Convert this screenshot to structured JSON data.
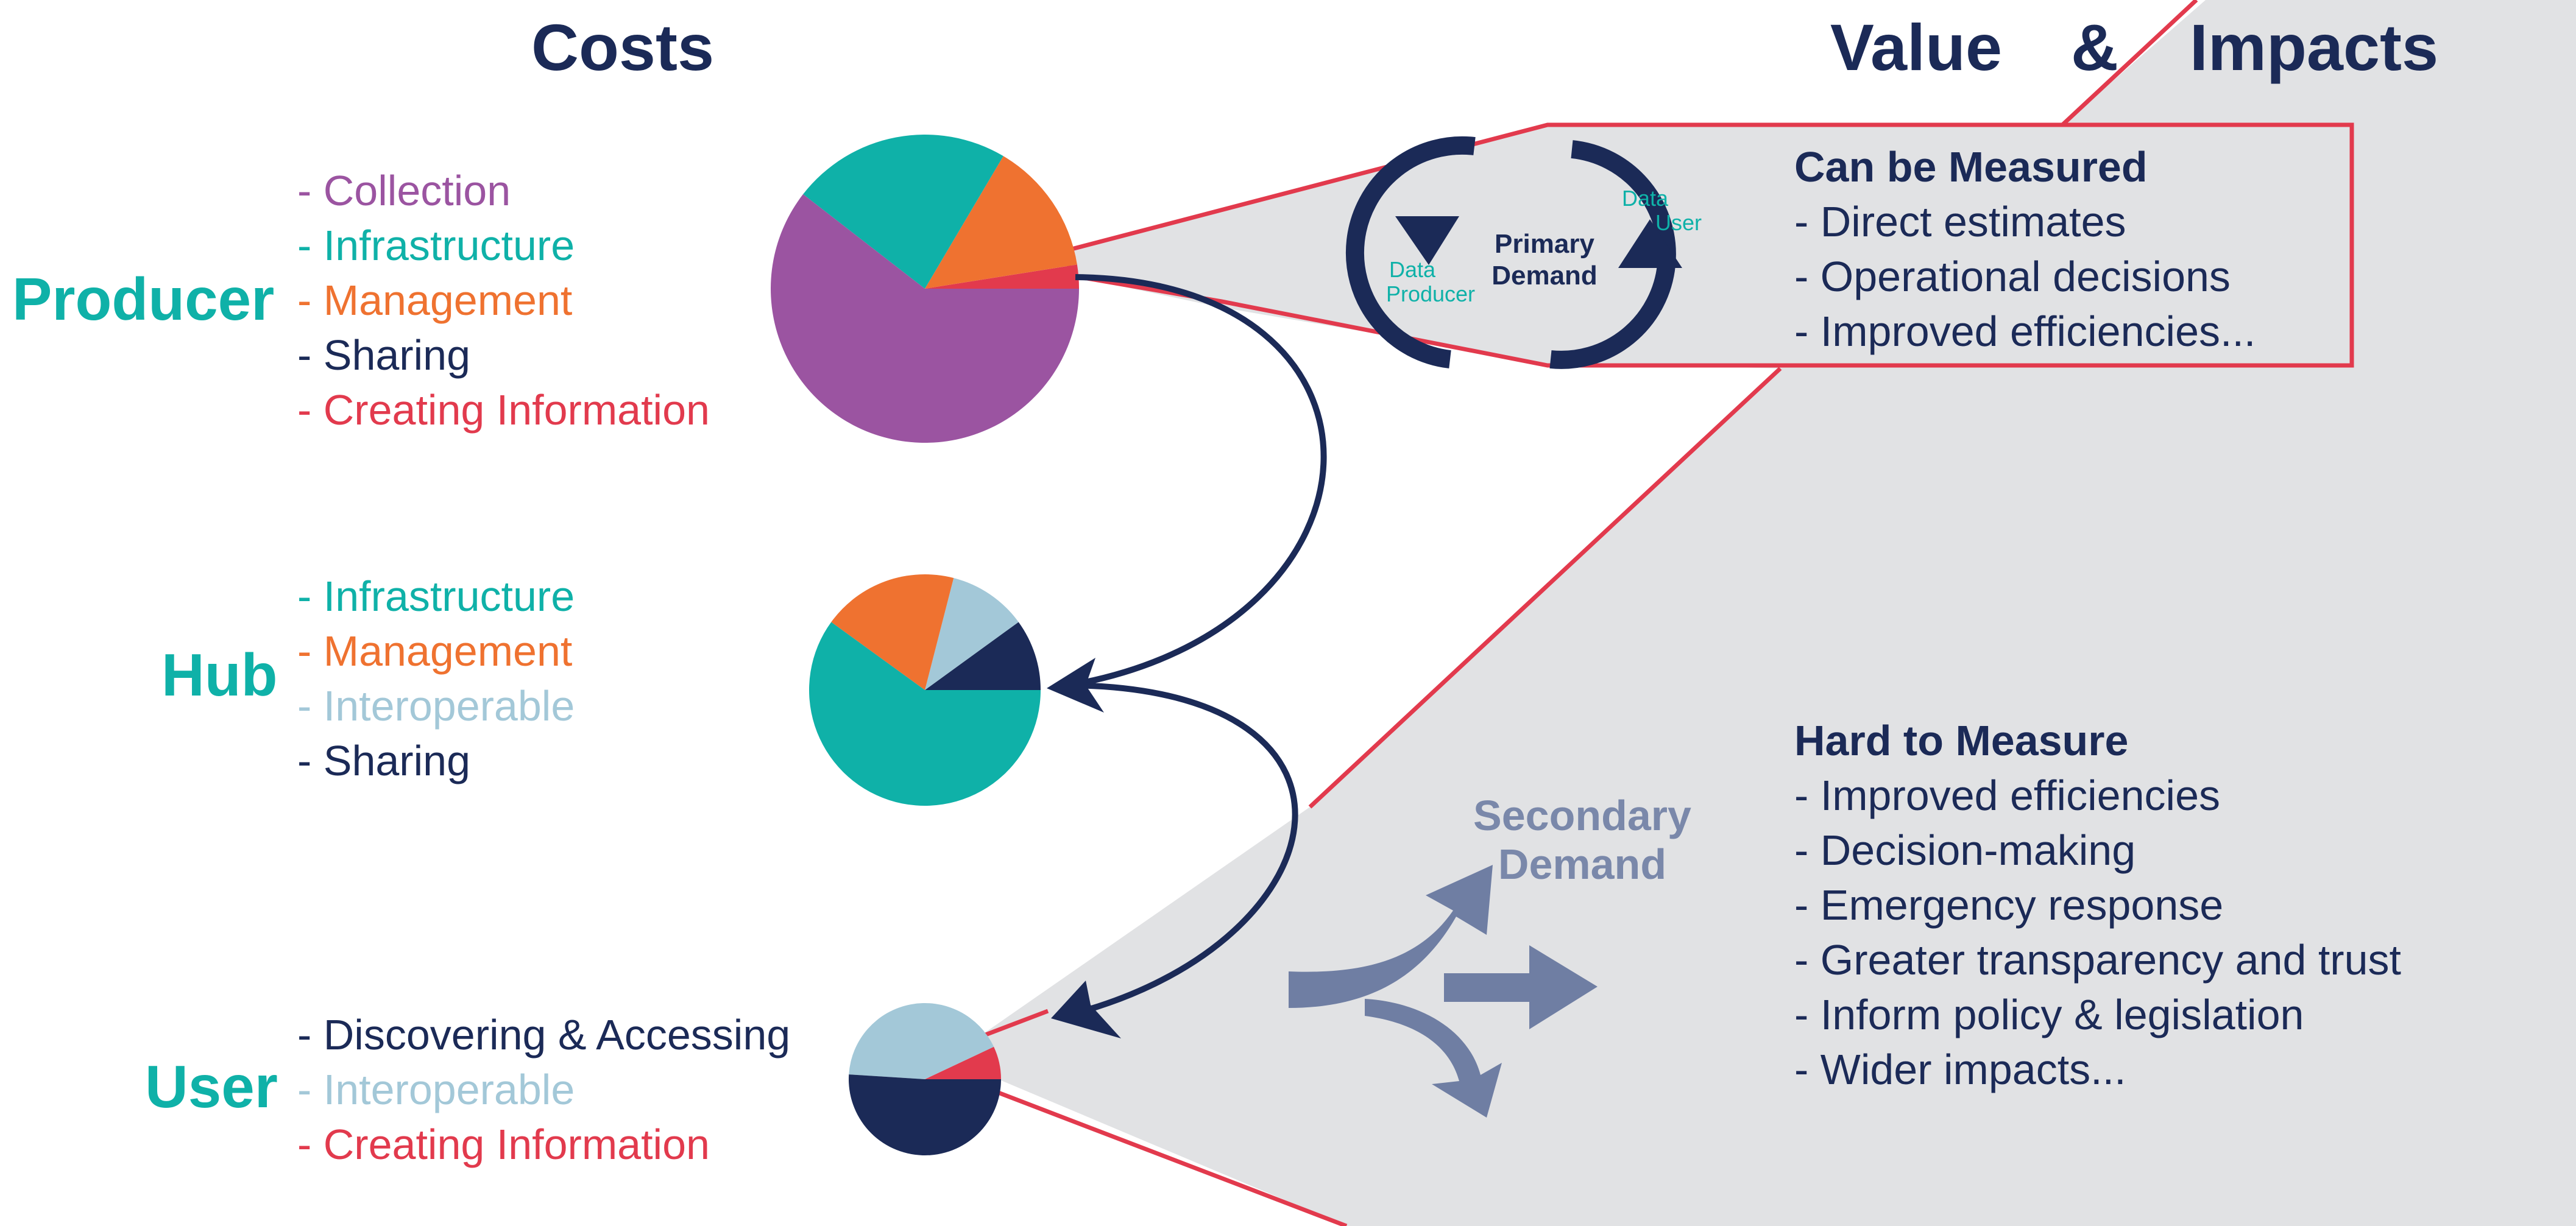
{
  "headers": {
    "costs": "Costs",
    "value": "Value",
    "amp": "&",
    "impacts": "Impacts"
  },
  "colors": {
    "navy": "#1b2a57",
    "teal": "#0fb1a8",
    "purple": "#9b54a1",
    "orange": "#ef7230",
    "red": "#e23a4d",
    "lightblue": "#a3c8d8",
    "grey": "#e1e2e4",
    "arrowgrey": "#6f7ea3"
  },
  "producer": {
    "label": "Producer",
    "items": [
      {
        "text": "- Collection",
        "color": "purple"
      },
      {
        "text": "- Infrastructure",
        "color": "teal"
      },
      {
        "text": "- Management",
        "color": "orange"
      },
      {
        "text": "- Sharing",
        "color": "navy"
      },
      {
        "text": "- Creating Information",
        "color": "red"
      }
    ]
  },
  "hub": {
    "label": "Hub",
    "items": [
      {
        "text": "- Infrastructure",
        "color": "teal"
      },
      {
        "text": "- Management",
        "color": "orange"
      },
      {
        "text": "- Interoperable",
        "color": "lightblue"
      },
      {
        "text": "- Sharing",
        "color": "navy"
      }
    ]
  },
  "user": {
    "label": "User",
    "items": [
      {
        "text": "- Discovering & Accessing",
        "color": "navy"
      },
      {
        "text": "- Interoperable",
        "color": "lightblue"
      },
      {
        "text": "- Creating Information",
        "color": "red"
      }
    ]
  },
  "cycle": {
    "center_line1": "Primary",
    "center_line2": "Demand",
    "producer_line1": "Data",
    "producer_line2": "Producer",
    "user_line1": "Data",
    "user_line2": "User"
  },
  "measured": {
    "title": "Can be Measured",
    "items": [
      "- Direct estimates",
      "- Operational decisions",
      "- Improved efficiencies..."
    ]
  },
  "secondary": {
    "line1": "Secondary",
    "line2": "Demand"
  },
  "hard": {
    "title": "Hard to Measure",
    "items": [
      "- Improved efficiencies",
      "- Decision-making",
      "- Emergency response",
      "- Greater transparency and trust",
      "- Inform policy & legislation",
      "- Wider impacts..."
    ]
  },
  "pies": {
    "producer": [
      {
        "label": "Creating Information",
        "color": "red",
        "fraction": 0.025
      },
      {
        "label": "Management",
        "color": "orange",
        "fraction": 0.14
      },
      {
        "label": "Infrastructure",
        "color": "teal",
        "fraction": 0.23
      },
      {
        "label": "Collection",
        "color": "purple",
        "fraction": 0.605
      }
    ],
    "hub": [
      {
        "label": "Sharing",
        "color": "navy",
        "fraction": 0.1
      },
      {
        "label": "Interoperable",
        "color": "lightblue",
        "fraction": 0.11
      },
      {
        "label": "Management",
        "color": "orange",
        "fraction": 0.19
      },
      {
        "label": "Infrastructure",
        "color": "teal",
        "fraction": 0.6
      }
    ],
    "user": [
      {
        "label": "Creating Information",
        "color": "red",
        "fraction": 0.07
      },
      {
        "label": "Interoperable",
        "color": "lightblue",
        "fraction": 0.42
      },
      {
        "label": "Discovering & Accessing",
        "color": "navy",
        "fraction": 0.51
      }
    ]
  }
}
